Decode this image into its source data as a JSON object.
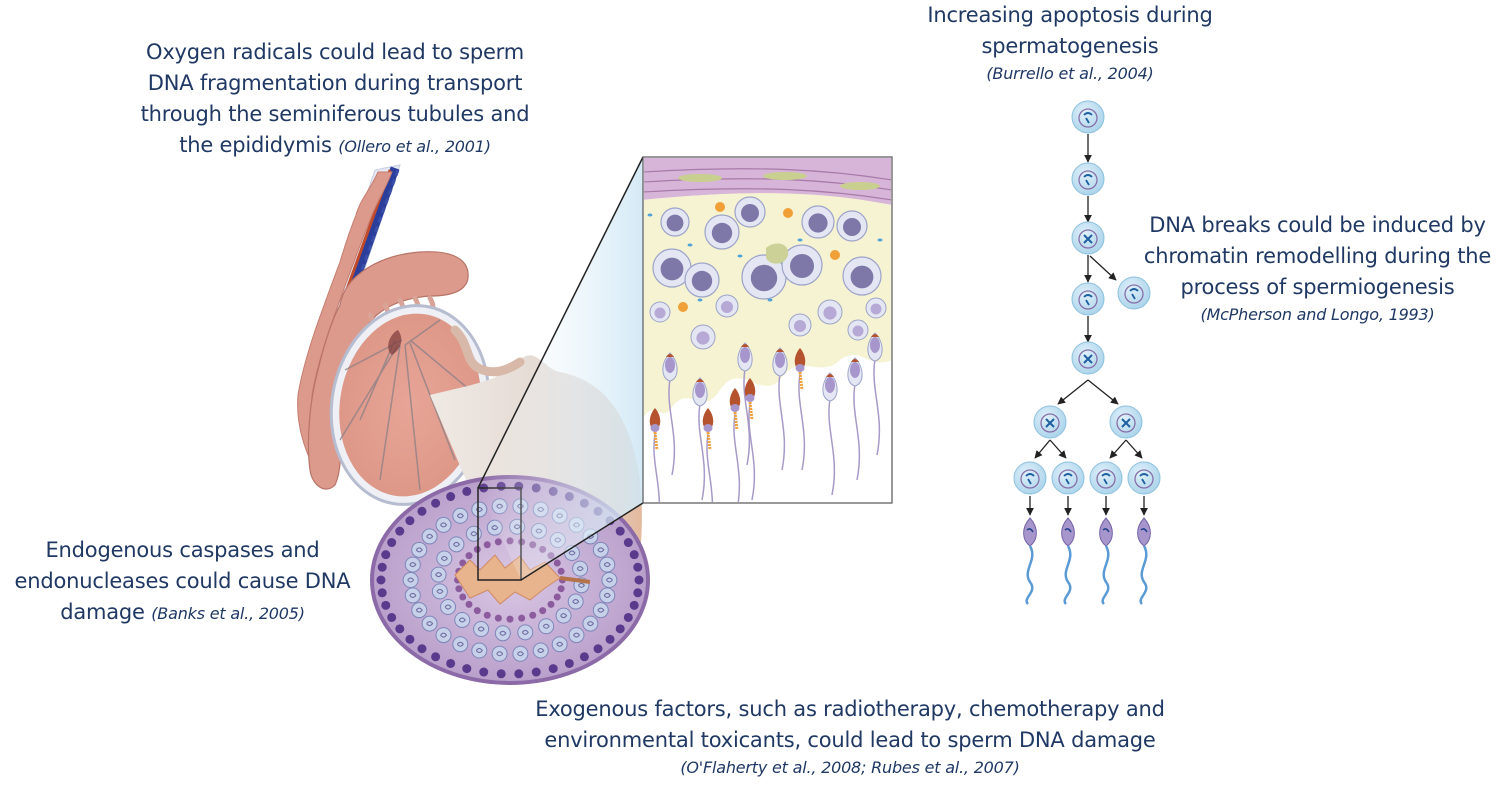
{
  "figure": {
    "title": "Origins of sperm DNA damage",
    "colors": {
      "text": "#1f3864",
      "background": "#ffffff",
      "epididymis": "#d9918a",
      "testis": "#e8a89a",
      "tubule": "#9b7bb5",
      "cell_fill": "#bfe0f0",
      "cell_nucleus": "#8a7aa8",
      "sperm_head": "#a796cc",
      "sperm_tail": "#5b9bd5",
      "vessel_blue": "#2b3e9c",
      "zoom_panel_bg": "#f6f3d2",
      "acrosome": "#b5532f"
    }
  },
  "annotations": {
    "oxygen_radicals": {
      "lines": [
        "Oxygen radicals could lead to sperm",
        "DNA fragmentation during transport",
        "through the seminiferous tubules and",
        "the epididymis"
      ],
      "citation": "(Ollero et al., 2001)"
    },
    "apoptosis": {
      "lines": [
        "Increasing apoptosis during",
        "spermatogenesis"
      ],
      "citation": "(Burrello et al., 2004)"
    },
    "chromatin": {
      "lines": [
        "DNA breaks could be induced by",
        "chromatin remodelling during the",
        "process of spermiogenesis"
      ],
      "citation": "(McPherson and Longo, 1993)"
    },
    "caspases": {
      "lines": [
        "Endogenous caspases and",
        "endonucleases could cause DNA",
        "damage"
      ],
      "citation": "(Banks et al., 2005)"
    },
    "exogenous": {
      "lines": [
        "Exogenous factors, such as radiotherapy, chemotherapy and",
        "environmental toxicants, could lead to sperm DNA damage"
      ],
      "citation": "(O'Flaherty et al., 2008; Rubes et al., 2007)"
    }
  },
  "illustrations": {
    "testis_label": "testis-and-epididymis",
    "tubule_label": "seminiferous-tubule-cross-section",
    "zoom_label": "seminiferous-epithelium-detail",
    "lineage_label": "spermatogenesis-cell-lineage",
    "lineage_stages": [
      "spermatogonium",
      "spermatogonium",
      "primary spermatocyte",
      "apoptotic cell",
      "primary spermatocyte",
      "primary spermatocyte",
      "secondary spermatocytes",
      "spermatids",
      "spermatozoa"
    ]
  }
}
